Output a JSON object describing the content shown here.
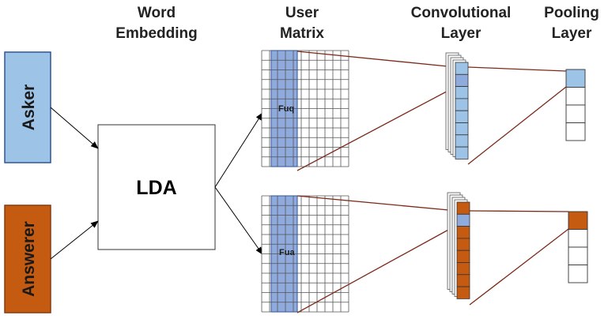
{
  "headers": {
    "word_embedding": [
      "Word",
      "Embedding"
    ],
    "user_matrix": [
      "User",
      "Matrix"
    ],
    "conv_layer": [
      "Convolutional",
      "Layer"
    ],
    "pooling_layer": [
      "Pooling",
      "Layer"
    ]
  },
  "inputs": {
    "asker": "Asker",
    "answerer": "Answerer"
  },
  "lda": "LDA",
  "matrices": {
    "top_label": "Fuq",
    "bottom_label": "Fua"
  },
  "colors": {
    "asker_fill": "#9dc3e6",
    "answerer_fill": "#c55a11",
    "highlight_blue": "#8faadc",
    "conv_blue": "#9dc3e6",
    "conv_highlight": "#8faadc",
    "conv_orange": "#c55a11",
    "connector": "#7b2a1a"
  },
  "icons": [
    "arrow-icon"
  ]
}
